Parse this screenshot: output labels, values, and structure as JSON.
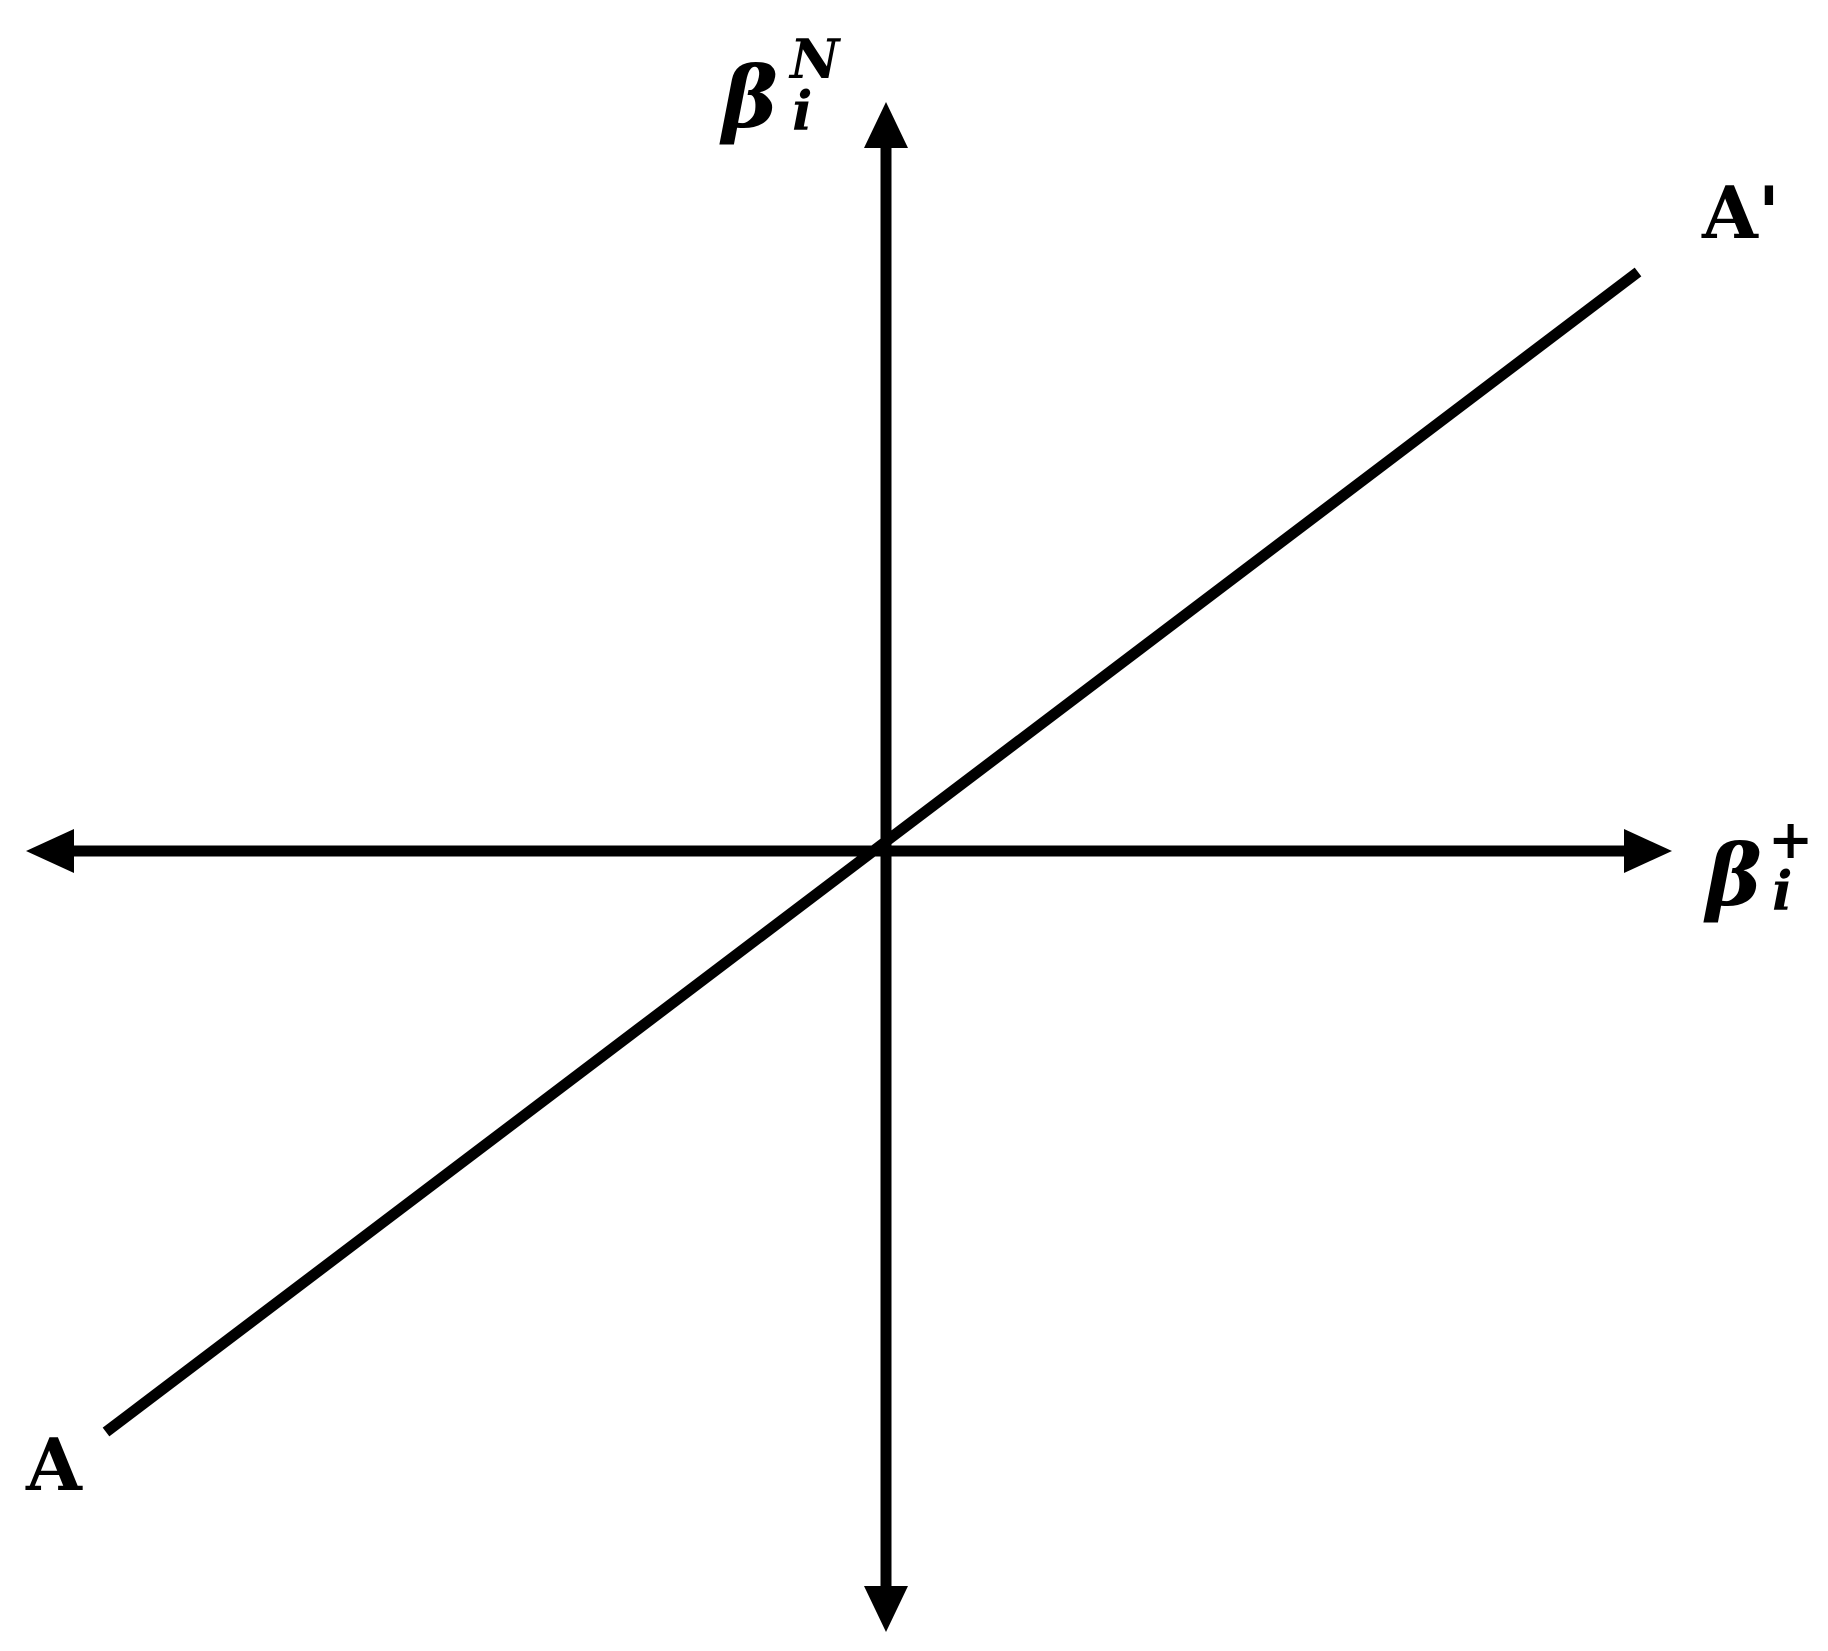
{
  "diagram": {
    "y_axis": {
      "symbol": "β",
      "subscript": "i",
      "superscript": "N"
    },
    "x_axis": {
      "symbol": "β",
      "subscript": "i",
      "superscript": "+"
    },
    "line": {
      "start_label": "A",
      "end_label": "A'"
    },
    "colors": {
      "stroke": "#000000",
      "background": "#ffffff"
    }
  }
}
